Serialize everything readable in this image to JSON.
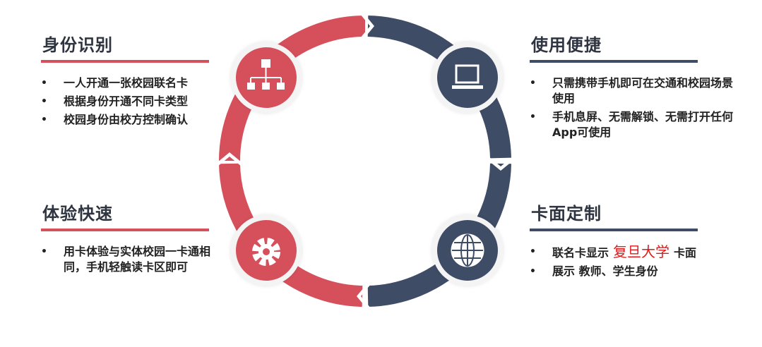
{
  "colors": {
    "red": "#d6505c",
    "navy": "#3f4c66"
  },
  "sections": [
    {
      "title": "身份识别",
      "items": [
        "一人开通一张校园联名卡",
        "根据身份开通不同卡类型",
        "校园身份由校方控制确认"
      ],
      "icon": "org-chart-icon"
    },
    {
      "title": "使用便捷",
      "items": [
        "只需携带手机即可在交通和校园场景使用",
        "手机息屏、无需解锁、无需打开任何App可使用"
      ],
      "icon": "laptop-icon"
    },
    {
      "title": "体验快速",
      "items": [
        "用卡体验与实体校园一卡通相同，手机轻触读卡区即可"
      ],
      "icon": "gear-icon"
    },
    {
      "title": "卡面定制",
      "item1_prefix": "联名卡显示",
      "item1_brand": "复旦大学",
      "item1_suffix": "卡面",
      "item2": "展示 教师、学生身份",
      "icon": "globe-icon"
    }
  ]
}
